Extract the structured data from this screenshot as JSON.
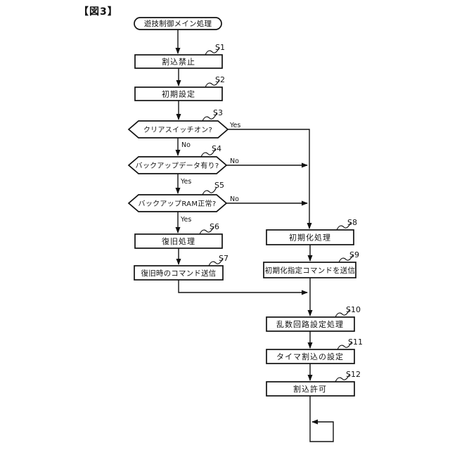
{
  "figure_label": "【図3】",
  "colors": {
    "background": "#ffffff",
    "line": "#111111",
    "text": "#111111"
  },
  "flowchart": {
    "start": {
      "label": "遊技制御メイン処理",
      "type": "terminal"
    },
    "steps": {
      "s1": {
        "id": "S1",
        "label": "割込禁止",
        "type": "process"
      },
      "s2": {
        "id": "S2",
        "label": "初期設定",
        "type": "process"
      },
      "s3": {
        "id": "S3",
        "label": "クリアスイッチオン?",
        "type": "decision",
        "yes": "Yes",
        "no": "No"
      },
      "s4": {
        "id": "S4",
        "label": "バックアップデータ有り?",
        "type": "decision",
        "yes": "Yes",
        "no": "No"
      },
      "s5": {
        "id": "S5",
        "label": "バックアップRAM正常?",
        "type": "decision",
        "yes": "Yes",
        "no": "No"
      },
      "s6": {
        "id": "S6",
        "label": "復旧処理",
        "type": "process"
      },
      "s7": {
        "id": "S7",
        "label": "復旧時のコマンド送信",
        "type": "process"
      },
      "s8": {
        "id": "S8",
        "label": "初期化処理",
        "type": "process"
      },
      "s9": {
        "id": "S9",
        "label": "初期化指定コマンドを送信",
        "type": "process"
      },
      "s10": {
        "id": "S10",
        "label": "乱数回路設定処理",
        "type": "process"
      },
      "s11": {
        "id": "S11",
        "label": "タイマ割込の設定",
        "type": "process"
      },
      "s12": {
        "id": "S12",
        "label": "割込許可",
        "type": "process"
      }
    },
    "edges": [
      {
        "from": "start",
        "to": "s1"
      },
      {
        "from": "s1",
        "to": "s2"
      },
      {
        "from": "s2",
        "to": "s3"
      },
      {
        "from": "s3",
        "to": "s8",
        "label": "Yes"
      },
      {
        "from": "s3",
        "to": "s4",
        "label": "No"
      },
      {
        "from": "s4",
        "to": "s8",
        "label": "No"
      },
      {
        "from": "s4",
        "to": "s5",
        "label": "Yes"
      },
      {
        "from": "s5",
        "to": "s8",
        "label": "No"
      },
      {
        "from": "s5",
        "to": "s6",
        "label": "Yes"
      },
      {
        "from": "s6",
        "to": "s7"
      },
      {
        "from": "s7",
        "to": "s10"
      },
      {
        "from": "s8",
        "to": "s9"
      },
      {
        "from": "s9",
        "to": "s10"
      },
      {
        "from": "s10",
        "to": "s11"
      },
      {
        "from": "s11",
        "to": "s12"
      },
      {
        "from": "s12",
        "to": "loop"
      }
    ]
  }
}
